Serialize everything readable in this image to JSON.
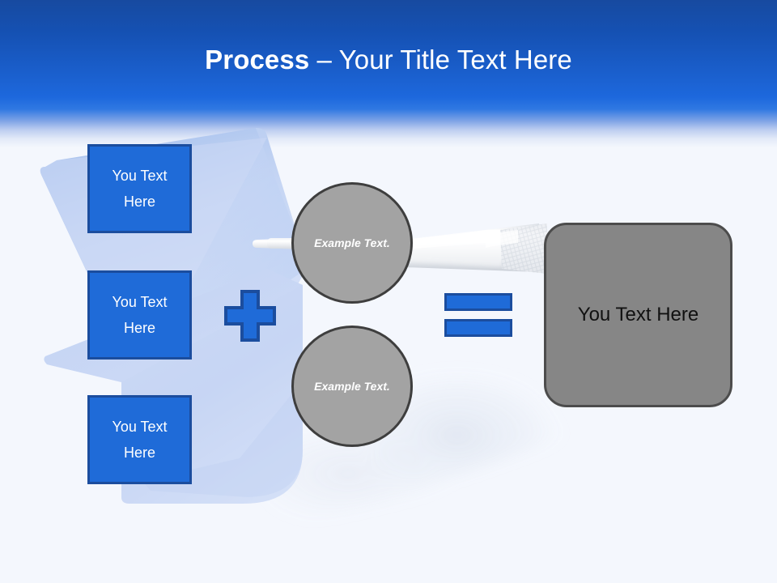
{
  "slide": {
    "title_strong": "Process",
    "title_rest": " – Your Title Text Here",
    "background_color": "#f4f7fd",
    "header_top_color": "#174aa0",
    "header_mid_color": "#1d68dd"
  },
  "inputs": {
    "boxes": [
      {
        "label": "You Text Here"
      },
      {
        "label": "You Text Here"
      },
      {
        "label": "You Text Here"
      }
    ],
    "fill_color": "#1f6bd8",
    "border_color": "#1b4d9e"
  },
  "operators": {
    "plus_symbol": "+",
    "equals_symbol": "=",
    "accent_color": "#1f6bd8"
  },
  "factors": {
    "circles": [
      {
        "label": "Example Text."
      },
      {
        "label": "Example Text."
      }
    ],
    "fill_color": "#a3a3a3",
    "border_color": "#3e3e3e"
  },
  "result": {
    "label": "You Text Here",
    "fill_color": "#868686",
    "border_color": "#4c4c4c"
  },
  "decoration": {
    "name": "dart-illustration",
    "flight_color": "#c3d3f2",
    "shaft_color": "#e9edf3"
  }
}
